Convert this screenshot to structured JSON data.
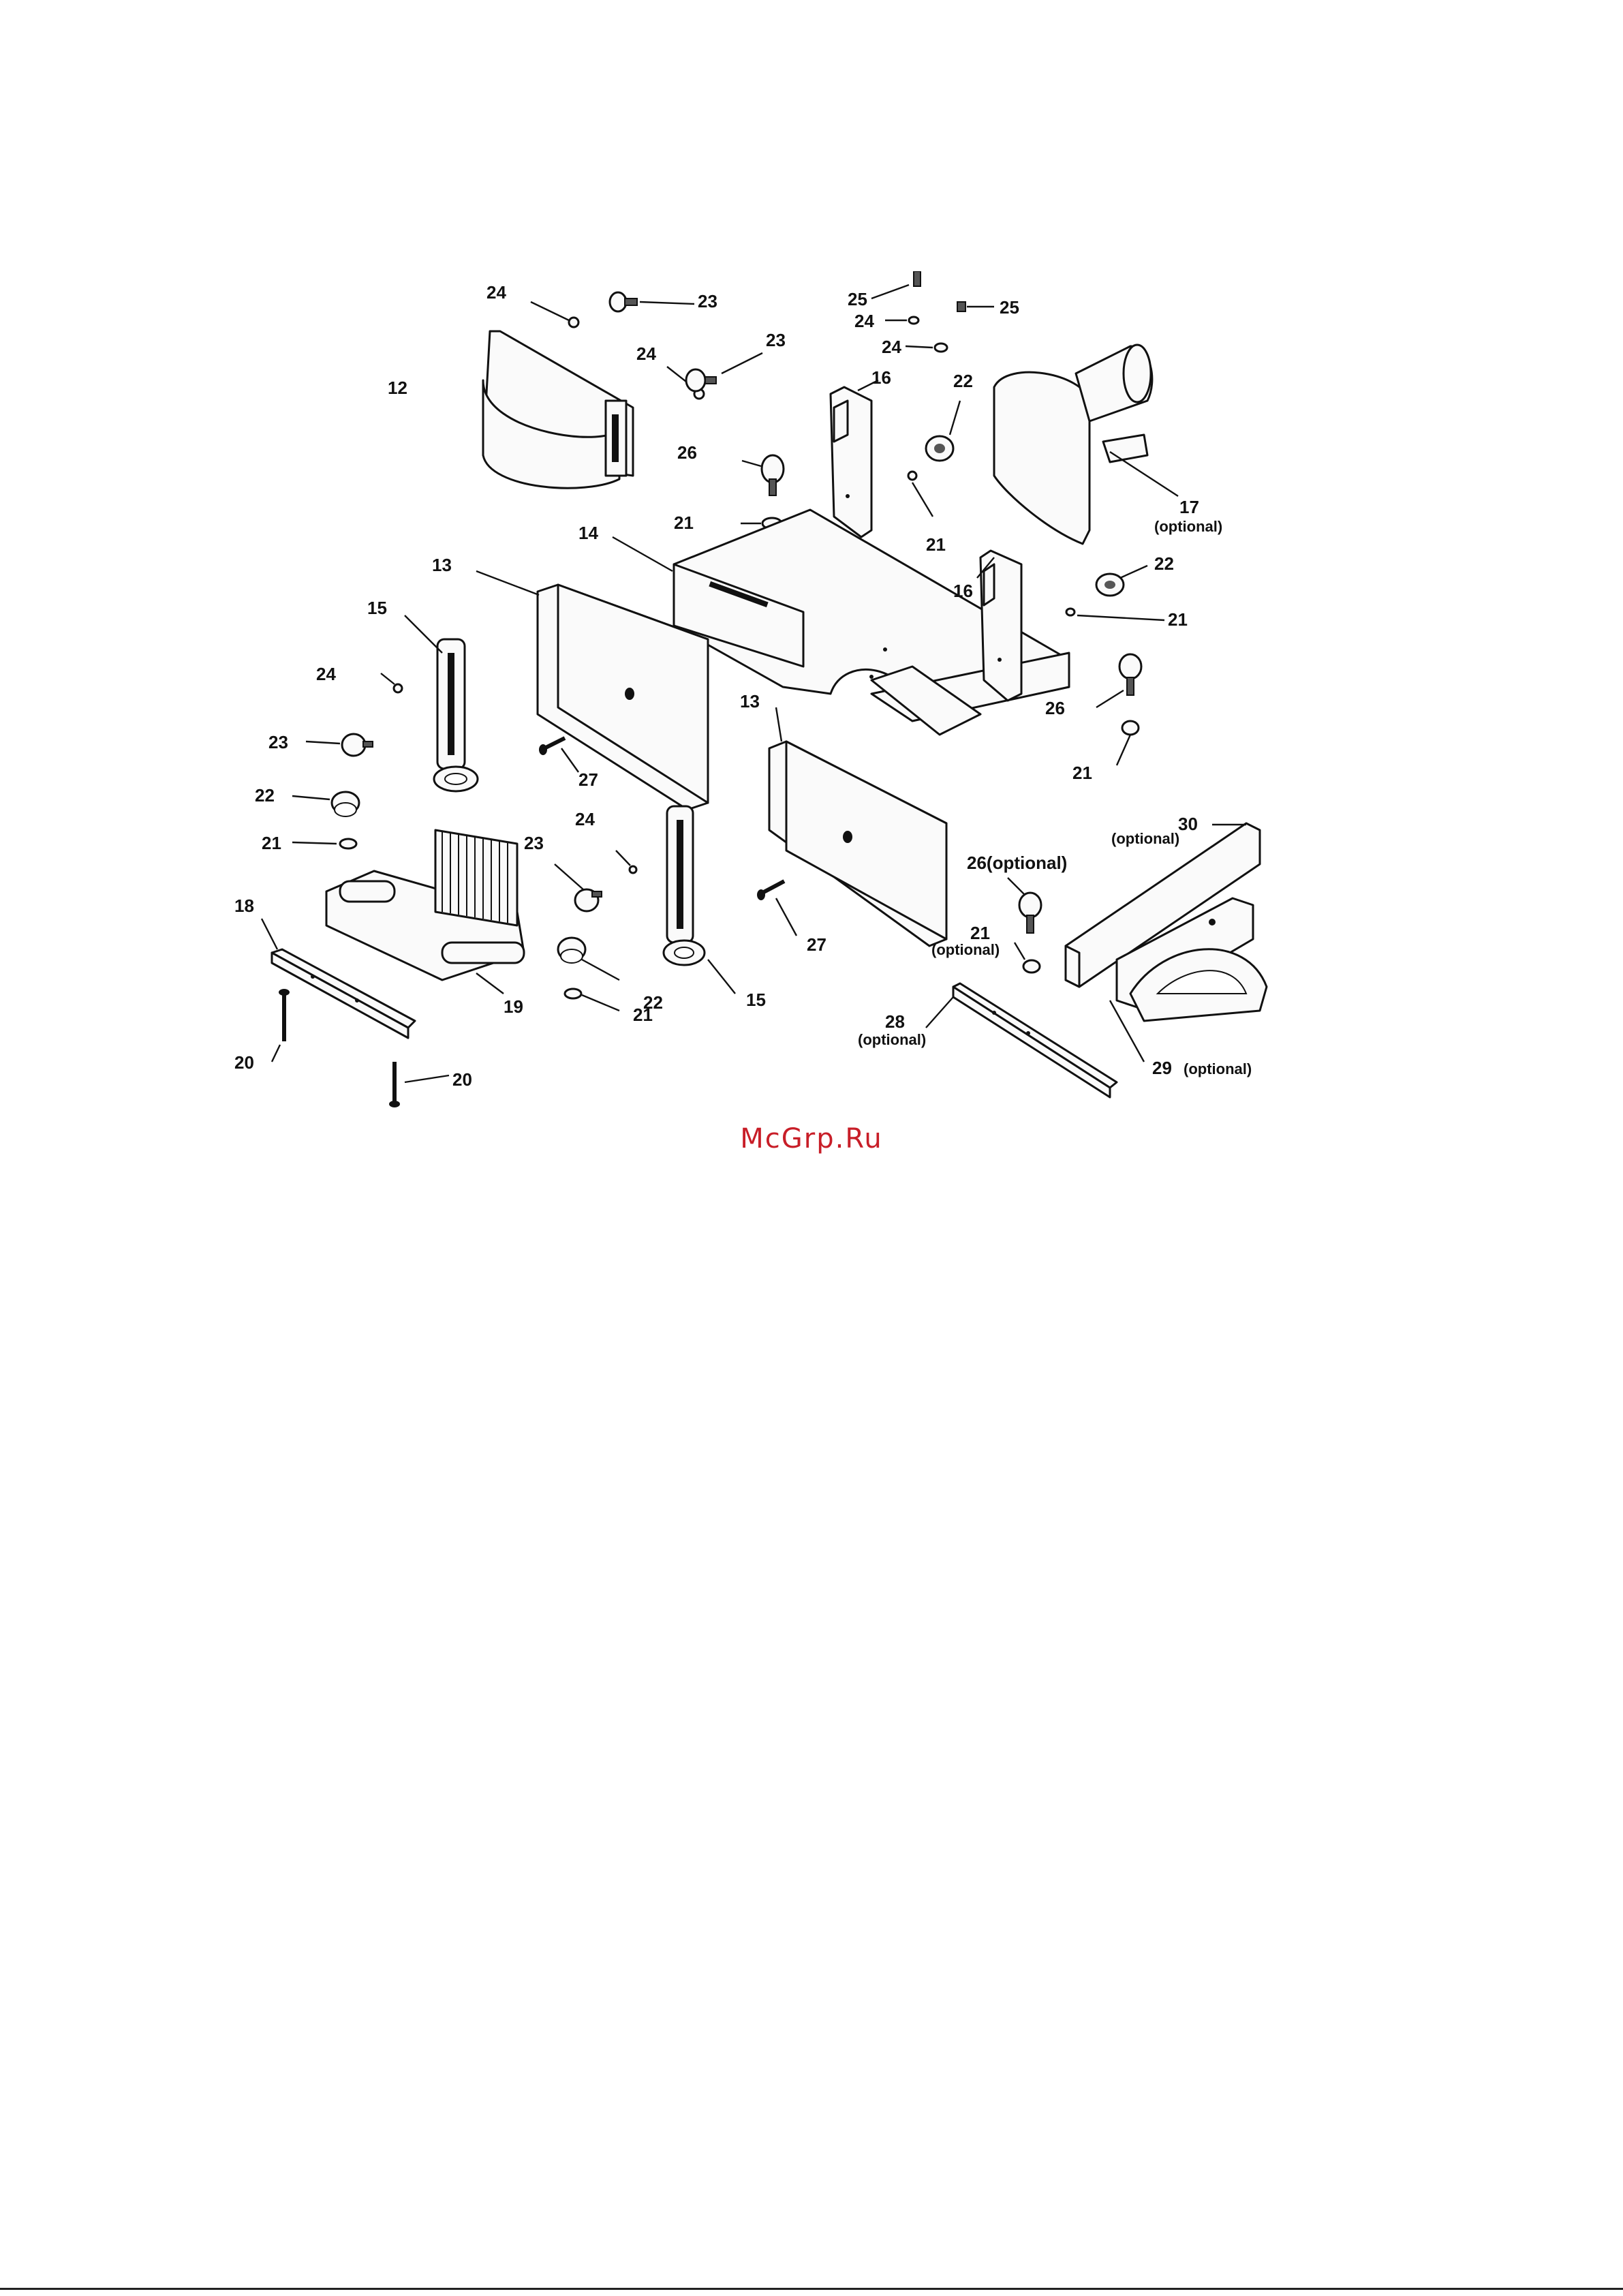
{
  "watermark": "McGrp.Ru",
  "diagram": {
    "labels": {
      "p12": "12",
      "p13a": "13",
      "p13b": "13",
      "p14": "14",
      "p15a": "15",
      "p15b": "15",
      "p16a": "16",
      "p16b": "16",
      "p17": "17",
      "p17opt": "(optional)",
      "p18": "18",
      "p19": "19",
      "p20a": "20",
      "p20b": "20",
      "p21a": "21",
      "p21b": "21",
      "p21c": "21",
      "p21d": "21",
      "p21e": "21",
      "p21f": "21",
      "p21g": "21",
      "p21gopt": "(optional)",
      "p22a": "22",
      "p22b": "22",
      "p22c": "22",
      "p22d": "22",
      "p23a": "23",
      "p23b": "23",
      "p23c": "23",
      "p23d": "23",
      "p24a": "24",
      "p24b": "24",
      "p24c": "24",
      "p24d": "24",
      "p24e": "24",
      "p24f": "24",
      "p25a": "25",
      "p25b": "25",
      "p26a": "26",
      "p26b": "26",
      "p26c": "26(optional)",
      "p27a": "27",
      "p27b": "27",
      "p28": "28",
      "p28opt": "(optional)",
      "p29": "29",
      "p29opt": "(optional)",
      "p30": "30",
      "p30opt": "(optional)"
    }
  }
}
